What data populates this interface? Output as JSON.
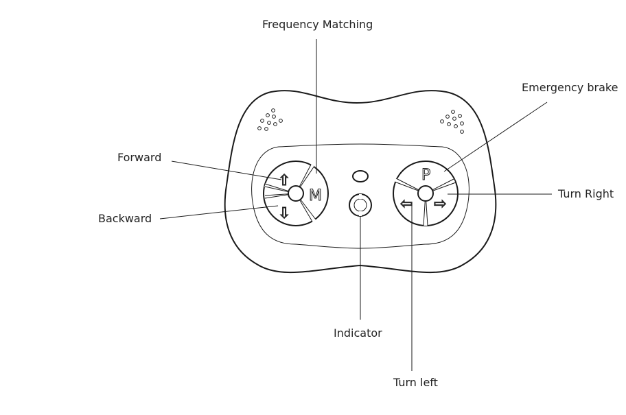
{
  "labels": {
    "frequency_matching": "Frequency Matching",
    "emergency_brake": "Emergency brake",
    "forward": "Forward",
    "backward": "Backward",
    "turn_right": "Turn Right",
    "indicator": "Indicator",
    "turn_left": "Turn left"
  },
  "buttons": {
    "left_group": {
      "top": "⇧",
      "bottom": "⇩",
      "right": "M"
    },
    "right_group": {
      "top": "P",
      "left": "⇦",
      "right": "⇨"
    }
  },
  "icons": {
    "speaker_left": "speaker-grille-icon",
    "speaker_right": "speaker-grille-icon",
    "indicator_ring": "indicator-ring-icon"
  }
}
